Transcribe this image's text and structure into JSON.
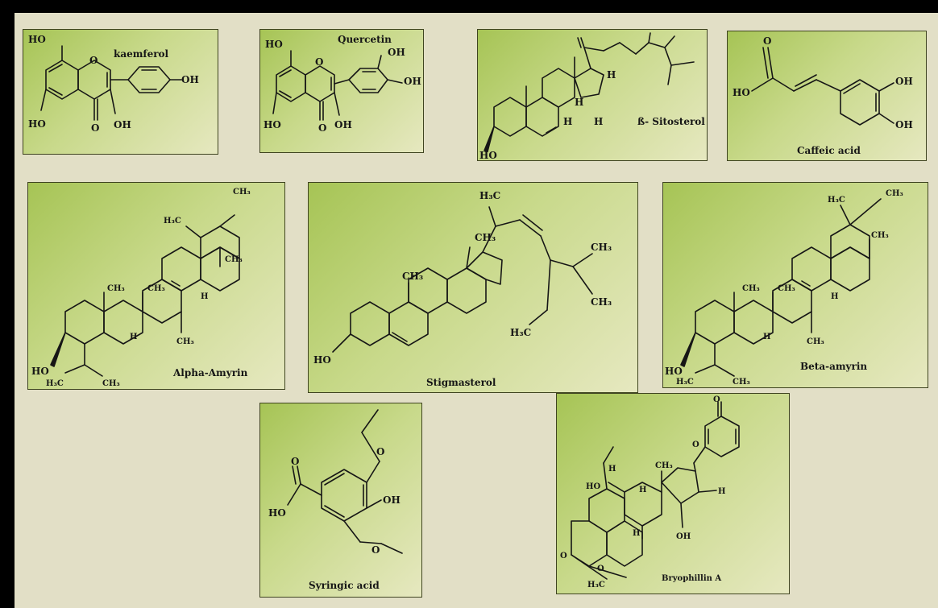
{
  "molecules": [
    {
      "name": "kaemferol",
      "atoms": {
        "oh1": "HO",
        "oh2": "HO",
        "o_ring": "O",
        "oh3": "OH",
        "o_keto": "O",
        "oh4": "OH"
      }
    },
    {
      "name": "Quercetin",
      "atoms": {
        "oh1": "HO",
        "oh2": "HO",
        "o_ring": "O",
        "oh3": "OH",
        "oh4": "OH",
        "o_keto": "O",
        "oh5": "OH"
      }
    },
    {
      "name": "ß- Sitosterol",
      "atoms": {
        "ho": "HO",
        "h1": "H",
        "h2": "H",
        "h3": "H",
        "h4": "H"
      }
    },
    {
      "name": "Caffeic acid",
      "atoms": {
        "o": "O",
        "ho": "HO",
        "oh1": "OH",
        "oh2": "OH"
      }
    },
    {
      "name": "Alpha-Amyrin",
      "atoms": {
        "ch3a": "CH₃",
        "h3c_top": "H₃C",
        "ch3b": "CH₃",
        "ch3c": "CH₃",
        "ch3d": "CH₃",
        "h1": "H",
        "h2": "H",
        "ch3e": "CH₃",
        "ho": "HO",
        "h3c": "H₃C",
        "ch3f": "CH₃"
      }
    },
    {
      "name": "Stigmasterol",
      "atoms": {
        "h3c_top": "H₃C",
        "ch3_mid": "CH₃",
        "ch3_a": "CH₃",
        "ch3_b": "CH₃",
        "ch3_c": "CH₃",
        "h3c_bot": "H₃C",
        "ho": "HO"
      }
    },
    {
      "name": "Beta-amyrin",
      "atoms": {
        "h3c": "H₃C",
        "ch3a": "CH₃",
        "ch3b": "CH₃",
        "ch3c": "CH₃",
        "ch3d": "CH₃",
        "h1": "H",
        "h2": "H",
        "ch3e": "CH₃",
        "ho": "HO",
        "h3c2": "H₃C",
        "ch3f": "CH₃"
      }
    },
    {
      "name": "Syringic acid",
      "atoms": {
        "o1": "O",
        "oh": "OH",
        "ho": "HO",
        "o2": "O",
        "o3": "O"
      }
    },
    {
      "name": "Bryophillin A",
      "atoms": {
        "o1": "O",
        "o2": "O",
        "ch3": "CH₃",
        "ho": "HO",
        "h1": "H",
        "h2": "H",
        "h3": "H",
        "h4": "H",
        "oh": "OH",
        "o3": "O",
        "o4": "O",
        "h3c": "H₃C"
      }
    }
  ]
}
